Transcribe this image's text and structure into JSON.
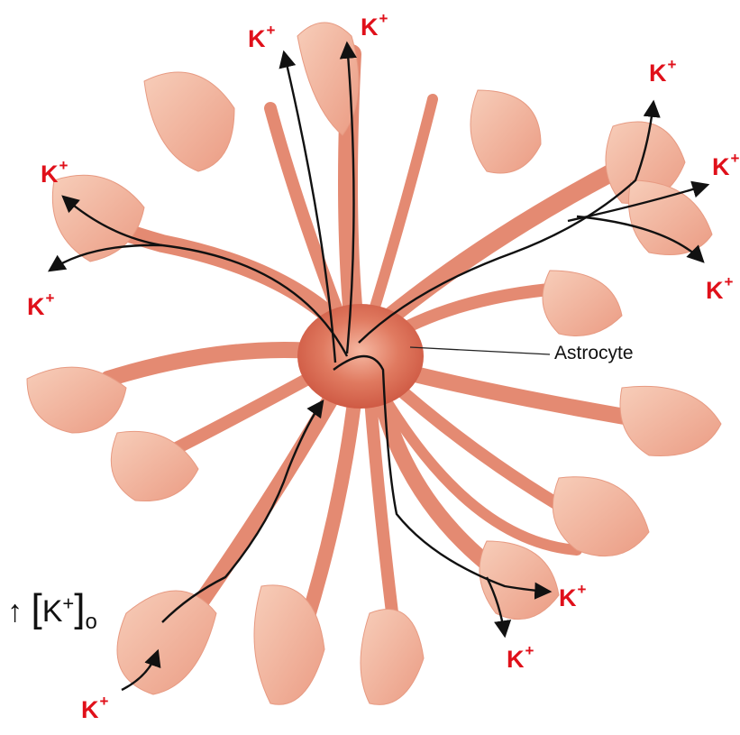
{
  "labels": {
    "astrocyte": "Astrocyte",
    "ion_symbol": "K",
    "ion_charge": "+",
    "concentration": {
      "arrow": "↑",
      "ion": "K",
      "charge": "+",
      "subscript": "o"
    }
  },
  "colors": {
    "ion_label": "#e0101a",
    "cell_body": "#d9604a",
    "process_base": "#e9937d",
    "endfoot": "#f2b6a0",
    "arrow": "#111111"
  },
  "ion_labels_count_note": ""
}
